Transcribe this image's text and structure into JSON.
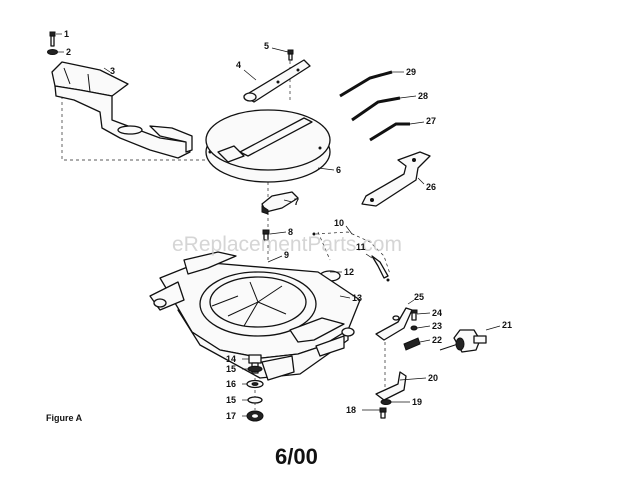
{
  "labels": {
    "p1": "1",
    "p2": "2",
    "p3": "3",
    "p4": "4",
    "p5": "5",
    "p6": "6",
    "p7": "7",
    "p8": "8",
    "p9": "9",
    "p10": "10",
    "p11": "11",
    "p12": "12",
    "p13": "13",
    "p14": "14",
    "p15a": "15",
    "p15b": "15",
    "p16": "16",
    "p17": "17",
    "p18": "18",
    "p19": "19",
    "p20": "20",
    "p21": "21",
    "p22": "22",
    "p23": "23",
    "p24": "24",
    "p25": "25",
    "p26": "26",
    "p27": "27",
    "p28": "28",
    "p29": "29"
  },
  "watermark": "eReplacementParts.com",
  "figure_label": "Figure A",
  "footer": "6/00"
}
